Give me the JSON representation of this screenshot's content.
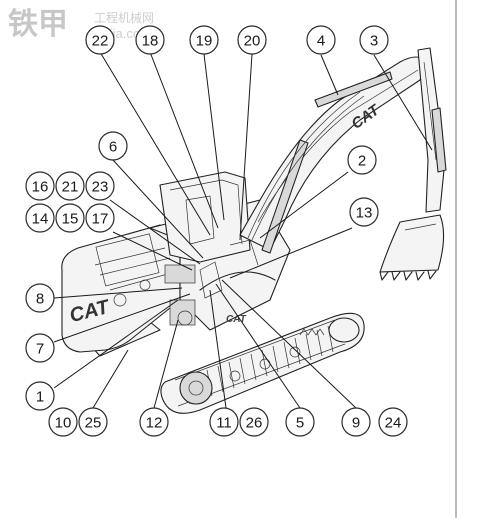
{
  "watermark": {
    "brand": "铁甲",
    "site_cn": "工程机械网",
    "site_url": "tiejia.com"
  },
  "logos": {
    "boom": "CAT",
    "counterweight": "CAT",
    "cab": "CAT"
  },
  "callouts": [
    {
      "id": "22",
      "label": "22"
    },
    {
      "id": "18",
      "label": "18"
    },
    {
      "id": "19",
      "label": "19"
    },
    {
      "id": "20",
      "label": "20"
    },
    {
      "id": "4",
      "label": "4"
    },
    {
      "id": "3",
      "label": "3"
    },
    {
      "id": "6",
      "label": "6"
    },
    {
      "id": "2",
      "label": "2"
    },
    {
      "id": "16",
      "label": "16"
    },
    {
      "id": "21",
      "label": "21"
    },
    {
      "id": "23",
      "label": "23"
    },
    {
      "id": "13",
      "label": "13"
    },
    {
      "id": "14",
      "label": "14"
    },
    {
      "id": "15",
      "label": "15"
    },
    {
      "id": "17",
      "label": "17"
    },
    {
      "id": "8",
      "label": "8"
    },
    {
      "id": "7",
      "label": "7"
    },
    {
      "id": "1",
      "label": "1"
    },
    {
      "id": "10",
      "label": "10"
    },
    {
      "id": "25",
      "label": "25"
    },
    {
      "id": "12",
      "label": "12"
    },
    {
      "id": "11",
      "label": "11"
    },
    {
      "id": "26",
      "label": "26"
    },
    {
      "id": "5",
      "label": "5"
    },
    {
      "id": "9",
      "label": "9"
    },
    {
      "id": "24",
      "label": "24"
    }
  ]
}
